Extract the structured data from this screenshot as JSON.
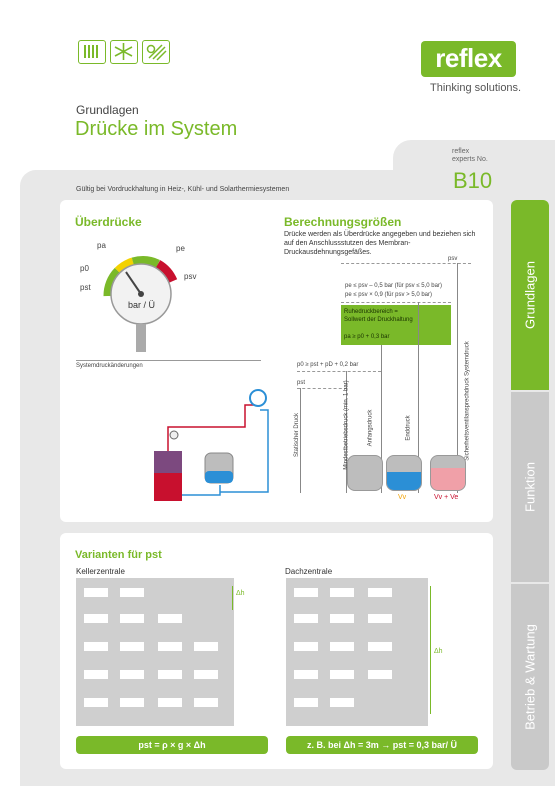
{
  "brand": {
    "name": "reflex",
    "slogan": "Thinking solutions."
  },
  "header": {
    "subtitle": "Grundlagen",
    "title": "Drücke im System"
  },
  "badge": {
    "line1": "reflex",
    "line2": "experts No.",
    "code": "B10"
  },
  "validity": "Gültig bei Vordruckhaltung in Heiz-, Kühl- und Solarthermiesystemen",
  "ueberdruecke": {
    "heading": "Überdrücke",
    "gauge_unit": "bar / Ü",
    "labels": [
      "pa",
      "pe",
      "p0",
      "pst",
      "psv"
    ],
    "footnote": "Systemdruckänderungen"
  },
  "berechnung": {
    "heading": "Berechnungsgrößen",
    "intro": "Drücke werden als Überdrücke angegeben und beziehen sich auf den Anschlussstutzen des Membran- Druckausdehnungsgefäßes.",
    "psv": "psv",
    "rule1": "pe ≤ psv – 0,5 bar (für psv ≤ 5,0 bar)",
    "rule2": "pe ≤ psv × 0,9 (für psv > 5,0 bar)",
    "box_line1": "Ruhedruckbereich =",
    "box_line2": "Sollwert der Druckhaltung",
    "box_formula": "pa ≥ p0 + 0,3 bar",
    "p0_formula": "p0 ≥ pst + pD + 0,2 bar",
    "pst": "pst",
    "columns": [
      "Statischer Druck",
      "Mindestbetriebsdruck (min. 1 bar)",
      "Anfangsdruck",
      "Enddruck",
      "Sicherheitsventilansprechdruck Systemdruck"
    ],
    "vessel_labels": [
      "Vv",
      "Vv + Ve"
    ]
  },
  "varianten": {
    "heading": "Varianten für pst",
    "left_title": "Kellerzentrale",
    "right_title": "Dachzentrale",
    "dh": "Δh",
    "left_formula": "pst = ρ × g × Δh",
    "right_formula": "z. B. bei Δh = 3m → pst = 0,3 bar/ Ü"
  },
  "tabs": [
    "Grundlagen",
    "Funktion",
    "Betrieb & Wartung"
  ],
  "colors": {
    "accent": "#7ab929",
    "red": "#c8102e",
    "blue": "#2b8fd6"
  }
}
